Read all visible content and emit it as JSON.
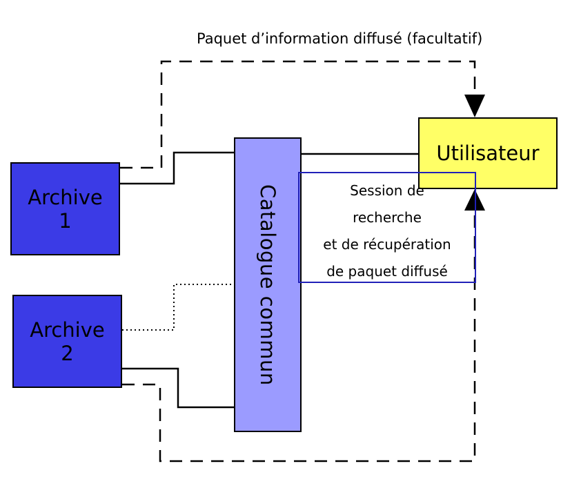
{
  "diagram": {
    "top_label": "Paquet d’information diffusé (facultatif)",
    "archive1": {
      "line1": "Archive",
      "line2": "1"
    },
    "archive2": {
      "line1": "Archive",
      "line2": "2"
    },
    "catalogue": "Catalogue commun",
    "user": "Utilisateur",
    "session": {
      "line1": "Session de",
      "line2": "recherche",
      "line3": "et de récupération",
      "line4": "de paquet diffusé"
    }
  },
  "colors": {
    "archive": "#3b3be6",
    "catalogue": "#9b9bff",
    "user": "#ffff66",
    "session_border": "#2020b8"
  }
}
